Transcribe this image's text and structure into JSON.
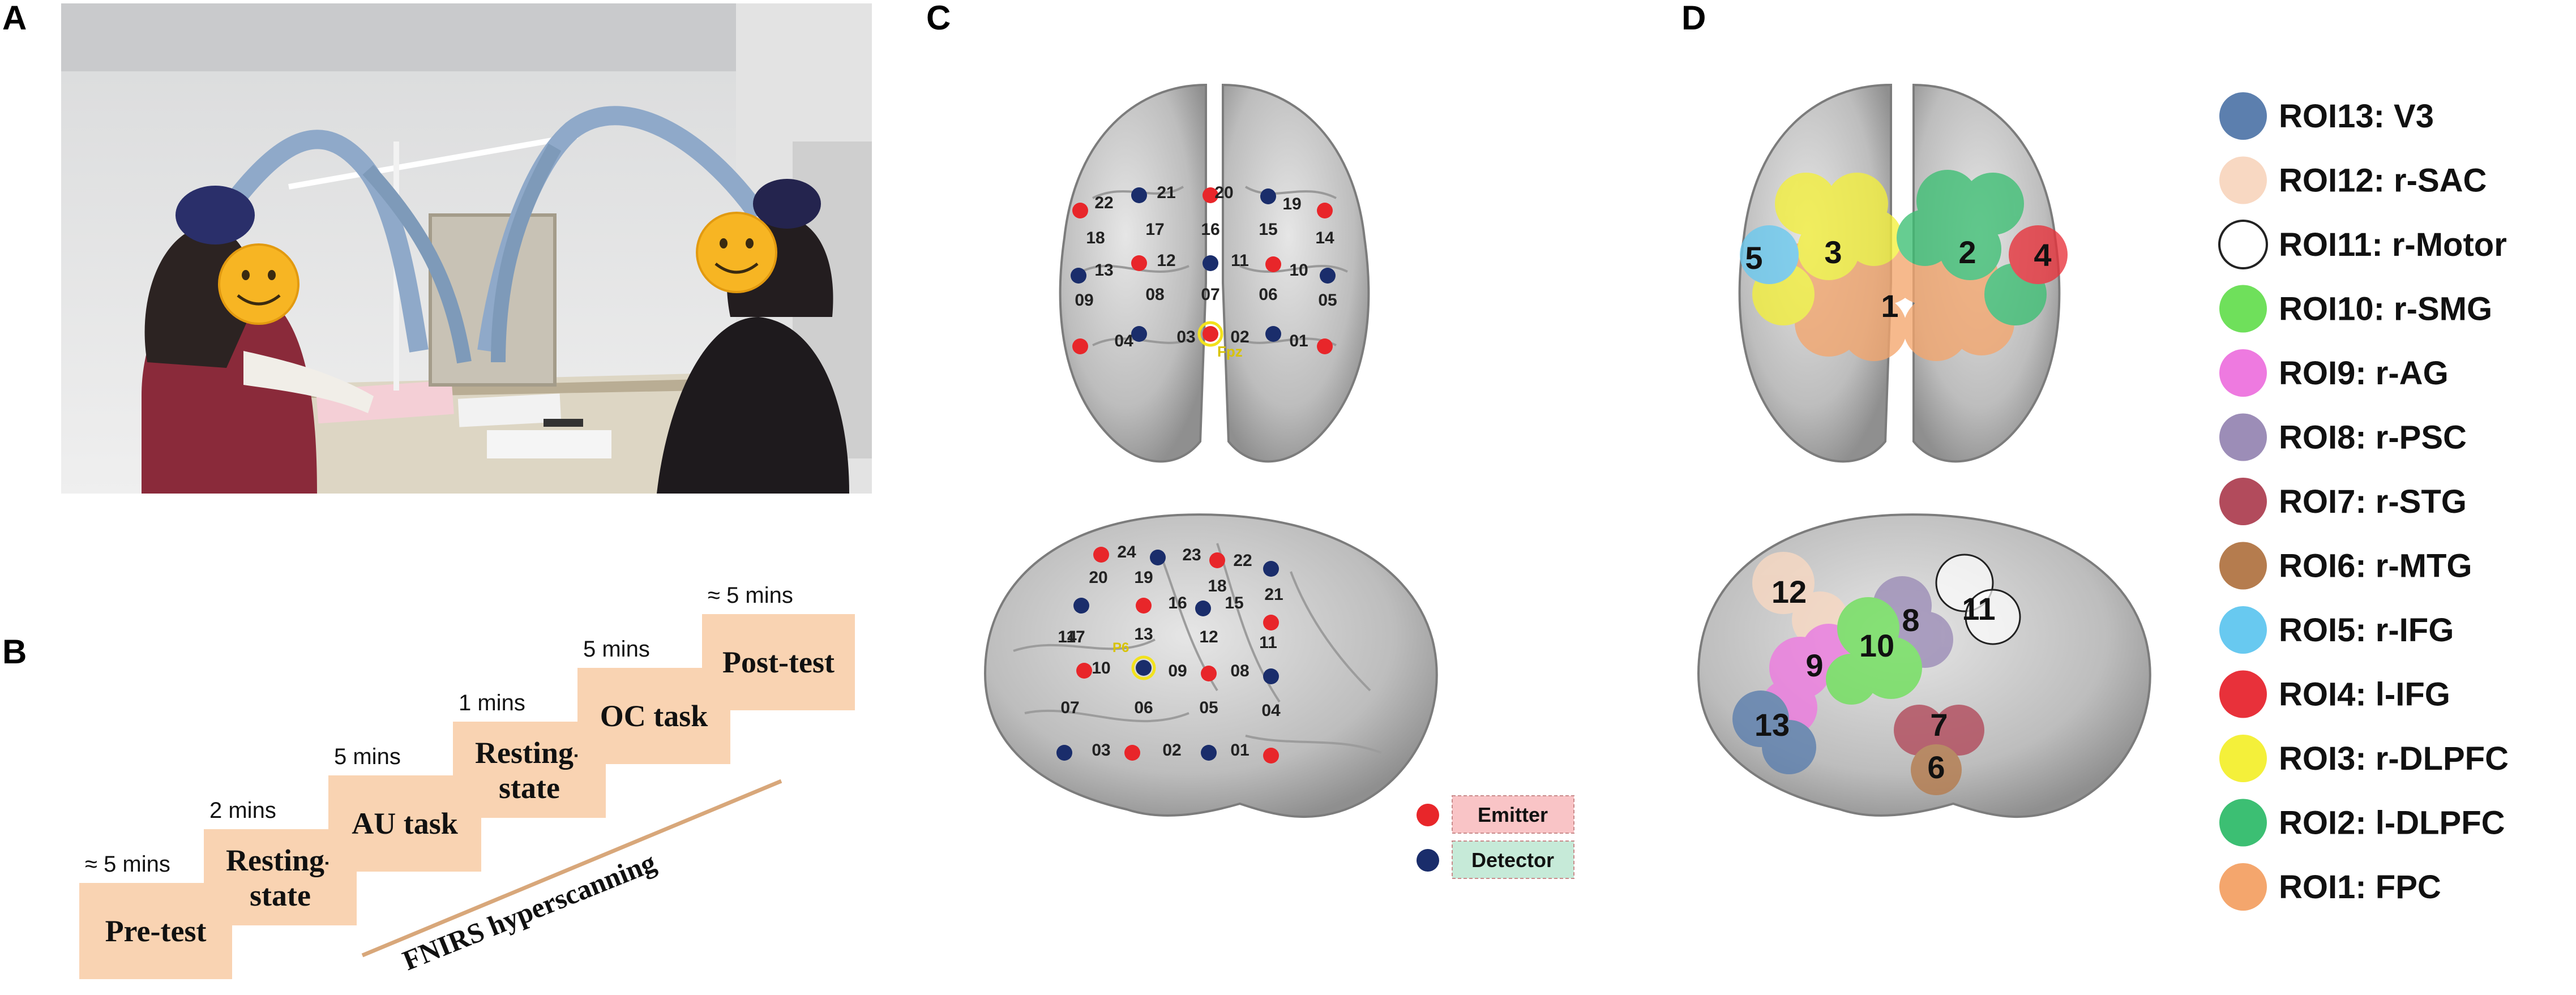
{
  "panels": {
    "a": "A",
    "b": "B",
    "c": "C",
    "d": "D"
  },
  "timeline": {
    "steps": [
      {
        "label_lines": [
          "Pre-test"
        ],
        "duration": "≈ 5 mins"
      },
      {
        "label_lines": [
          "Resting-",
          "state"
        ],
        "duration": "2 mins"
      },
      {
        "label_lines": [
          "AU task"
        ],
        "duration": "5 mins"
      },
      {
        "label_lines": [
          "Resting-",
          "state"
        ],
        "duration": "1 mins"
      },
      {
        "label_lines": [
          "OC task"
        ],
        "duration": "5 mins"
      },
      {
        "label_lines": [
          "Post-test"
        ],
        "duration": "≈ 5 mins"
      }
    ],
    "hyperscanning_label": "FNIRS hyperscanning",
    "colors": {
      "step_fill": "#f9d3b2",
      "arrow": "#d8a77a"
    }
  },
  "probe_layout": {
    "frontal_labels": [
      "22",
      "21",
      "20",
      "19",
      "18",
      "17",
      "16",
      "15",
      "14",
      "13",
      "12",
      "11",
      "10",
      "09",
      "08",
      "07",
      "06",
      "05",
      "04",
      "03",
      "02",
      "01"
    ],
    "frontal_reference": "Fpz",
    "lateral_labels": [
      "24",
      "23",
      "22",
      "21",
      "20",
      "19",
      "18",
      "17",
      "16",
      "15",
      "14",
      "13",
      "12",
      "11",
      "10",
      "09",
      "08",
      "07",
      "06",
      "05",
      "04",
      "03",
      "02",
      "01"
    ],
    "lateral_reference": "P6",
    "legend": [
      {
        "label": "Emitter",
        "dot_color": "#e8262a",
        "box_color": "#f9c4c6"
      },
      {
        "label": "Detector",
        "dot_color": "#1a2d6b",
        "box_color": "#c6ead8"
      }
    ]
  },
  "roi_legend": [
    {
      "label": "ROI13: V3",
      "color": "#5c7fae"
    },
    {
      "label": "ROI12: r-SAC",
      "color": "#f8d8c2"
    },
    {
      "label": "ROI11: r-Motor",
      "color": "#ffffff"
    },
    {
      "label": "ROI10: r-SMG",
      "color": "#6fe05b"
    },
    {
      "label": "ROI9: r-AG",
      "color": "#ee7ae0"
    },
    {
      "label": "ROI8: r-PSC",
      "color": "#9c8db7"
    },
    {
      "label": "ROI7: r-STG",
      "color": "#b24b5c"
    },
    {
      "label": "ROI6: r-MTG",
      "color": "#b57c4e"
    },
    {
      "label": "ROI5: r-IFG",
      "color": "#68c9f0"
    },
    {
      "label": "ROI4: l-IFG",
      "color": "#e8313a"
    },
    {
      "label": "ROI3: r-DLPFC",
      "color": "#f4f03a"
    },
    {
      "label": "ROI2: l-DLPFC",
      "color": "#3cbf73"
    },
    {
      "label": "ROI1: FPC",
      "color": "#f4a66d"
    }
  ],
  "roi_numbers": {
    "frontal": [
      "5",
      "3",
      "2",
      "4",
      "1"
    ],
    "lateral": [
      "12",
      "8",
      "11",
      "9",
      "10",
      "13",
      "7",
      "6"
    ]
  }
}
